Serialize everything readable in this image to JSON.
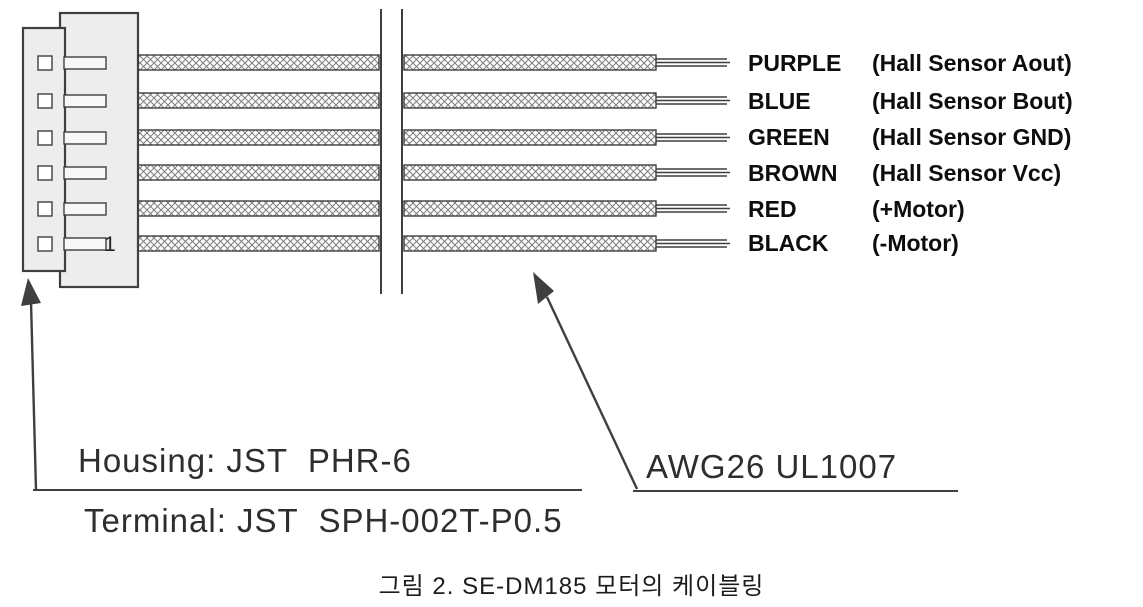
{
  "figure": {
    "caption": "그림 2. SE-DM185 모터의 케이블링"
  },
  "connector": {
    "pin_number": "1",
    "housing_label": "Housing: JST  PHR-6",
    "terminal_label": "Terminal: JST  SPH-002T-P0.5"
  },
  "cable": {
    "spec_label": "AWG26 UL1007"
  },
  "wires": [
    {
      "color": "PURPLE",
      "function": "(Hall Sensor Aout)"
    },
    {
      "color": "BLUE",
      "function": "(Hall Sensor Bout)"
    },
    {
      "color": "GREEN",
      "function": "(Hall Sensor GND)"
    },
    {
      "color": "BROWN",
      "function": "(Hall Sensor Vcc)"
    },
    {
      "color": "RED",
      "function": "(+Motor)"
    },
    {
      "color": "BLACK",
      "function": "(-Motor)"
    }
  ],
  "colors": {
    "line": "#3f3f3f",
    "connector_fill": "#ededed"
  }
}
